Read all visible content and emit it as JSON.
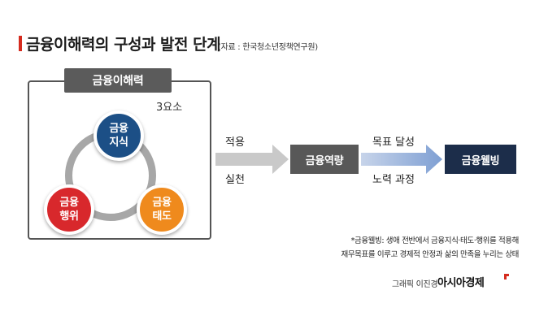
{
  "header": {
    "title": "금융이해력의 구성과 발전 단계",
    "source": "(자료 : 한국청소년정책연구원)"
  },
  "framework": {
    "label": "금융이해력",
    "count_label": "3요소",
    "elements": [
      {
        "label": "금융\n지식",
        "color": "#1c4f86"
      },
      {
        "label": "금융\n행위",
        "color": "#d8282c"
      },
      {
        "label": "금융\n태도",
        "color": "#ef8a1d"
      }
    ]
  },
  "flow": {
    "apply_label": "적용",
    "practice_label": "실천",
    "competency_label": "금융역량",
    "goal_label": "목표 달성",
    "effort_label": "노력 과정",
    "wellbeing_label": "금융웰빙"
  },
  "footnote": {
    "line1": "*금융웰빙: 생애 전반에서 금융지식·태도·행위를 적용해",
    "line2": "재무목표를 이루고 경제적 안정과 삶의 만족을 누리는 상태"
  },
  "credit": {
    "graphic": "그래픽 이진경",
    "brand": "아시아경제"
  },
  "colors": {
    "accent": "#d52b1e",
    "arrow_gray": "#c9c9c9",
    "arrow_blue": "#8aa9d6"
  }
}
